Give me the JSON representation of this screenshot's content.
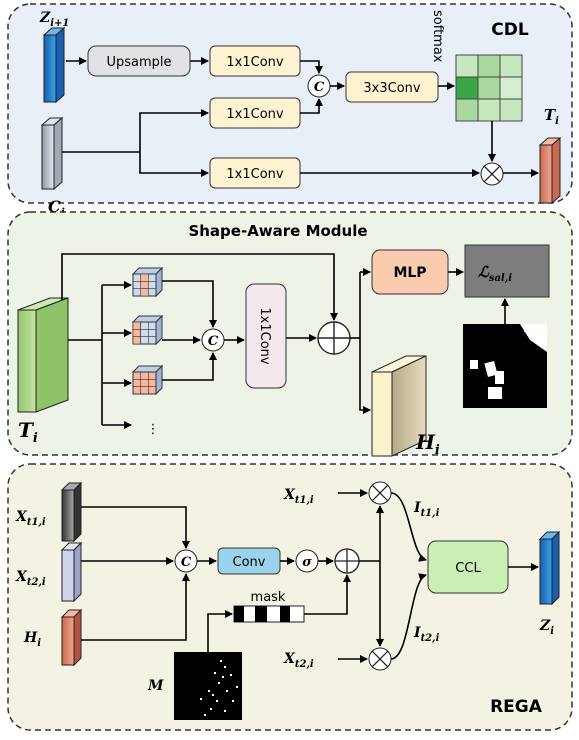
{
  "panels": {
    "cdl": {
      "title": "CDL",
      "bg": "#e9eff7"
    },
    "sam": {
      "title": "Shape-Aware Module",
      "bg": "#edf3e6"
    },
    "rega": {
      "title": "REGA",
      "bg": "#f4f3e3"
    }
  },
  "cdl": {
    "z_in": "Z",
    "z_in_sub": "i+1",
    "c_in": "C",
    "c_in_sub": "i",
    "upsample": "Upsample",
    "conv1": "1x1Conv",
    "conv2": "1x1Conv",
    "conv3": "1x1Conv",
    "concat": "C",
    "conv3x3": "3x3Conv",
    "softmax": "softmax",
    "t_out": "T",
    "t_out_sub": "i"
  },
  "sam": {
    "t_in": "T",
    "t_in_sub": "i",
    "concat": "C",
    "conv": "1x1Conv",
    "dots": "⋮",
    "mlp": "MLP",
    "loss": "ℒ",
    "loss_sub": "sal,i",
    "h_out": "H",
    "h_out_sub": "i"
  },
  "rega": {
    "x1": "X",
    "x1_sub": "t1,i",
    "x2": "X",
    "x2_sub": "t2,i",
    "h": "H",
    "h_sub": "i",
    "concat": "C",
    "conv": "Conv",
    "sigma": "σ",
    "mask": "mask",
    "m": "M",
    "x1b": "X",
    "x1b_sub": "t1,i",
    "x2b": "X",
    "x2b_sub": "t2,i",
    "i1": "I",
    "i1_sub": "t1,i",
    "i2": "I",
    "i2_sub": "t2,i",
    "ccl": "CCL",
    "z_out": "Z",
    "z_out_sub": "i"
  }
}
